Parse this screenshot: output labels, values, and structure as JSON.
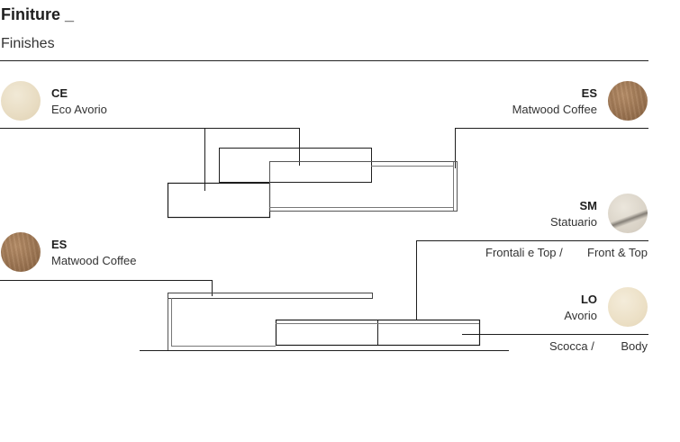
{
  "header": {
    "title": "Finiture _",
    "subtitle": "Finishes"
  },
  "finishes": {
    "ce": {
      "code": "CE",
      "name": "Eco Avorio",
      "color": "#e8dcc2"
    },
    "es_top": {
      "code": "ES",
      "name": "Matwood Coffee",
      "color": "#9a7350"
    },
    "sm": {
      "code": "SM",
      "name": "Statuario",
      "color": "#d8d1c5"
    },
    "es_left": {
      "code": "ES",
      "name": "Matwood Coffee",
      "color": "#9a7350"
    },
    "lo": {
      "code": "LO",
      "name": "Avorio",
      "color": "#ece0c6"
    }
  },
  "captions": {
    "front_it": "Frontali e Top /",
    "front_en": "Front & Top",
    "body_it": "Scocca /",
    "body_en": "Body"
  }
}
